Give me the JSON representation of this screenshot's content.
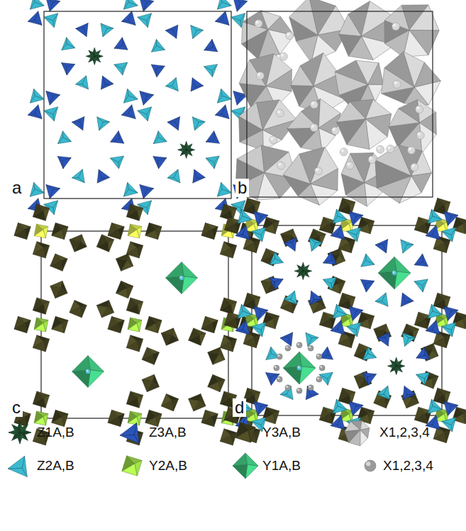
{
  "diagram": {
    "labels": [
      "a",
      "b",
      "c",
      "d"
    ],
    "legend": [
      {
        "text": "Z1A,B",
        "color": "#1c4a2c"
      },
      {
        "text": "Z3A,B",
        "color": "#1f3f8c"
      },
      {
        "text": "Y3A,B",
        "color": "#3e3c1d"
      },
      {
        "text": "X1,2,3,4",
        "color": "#b0b0b0"
      },
      {
        "text": "Z2A,B",
        "color": "#2a8c9c"
      },
      {
        "text": "Y2A,B",
        "color": "#8cc63f"
      },
      {
        "text": "Y1A,B",
        "color": "#35a86c"
      },
      {
        "text": "X1,2,3,4",
        "color": "#9a9a9a"
      }
    ]
  }
}
